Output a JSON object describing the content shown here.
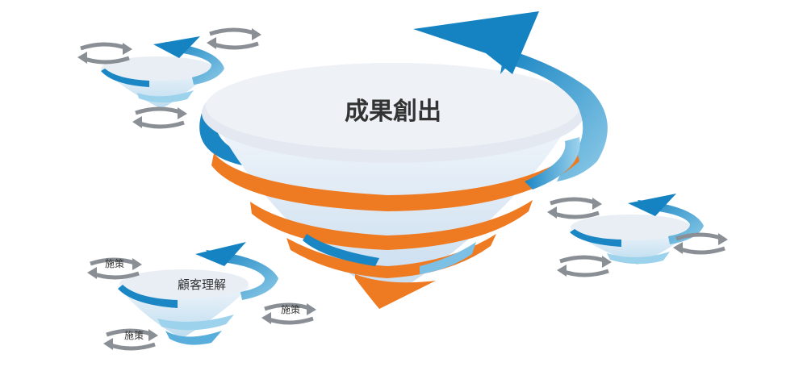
{
  "main": {
    "title": "成果創出"
  },
  "left_bottom": {
    "title": "顧客理解",
    "measure_label": "施策"
  },
  "colors": {
    "blue_dark": "#1a86c4",
    "blue_light": "#8fcbe8",
    "orange": "#ee7a22",
    "gray_arrow": "#8a8f95",
    "disc_top": "#e6ebf2",
    "cone_light": "#e8f2fa"
  },
  "icons": [
    "curved-arrow-icon",
    "cycle-arrow-icon"
  ]
}
